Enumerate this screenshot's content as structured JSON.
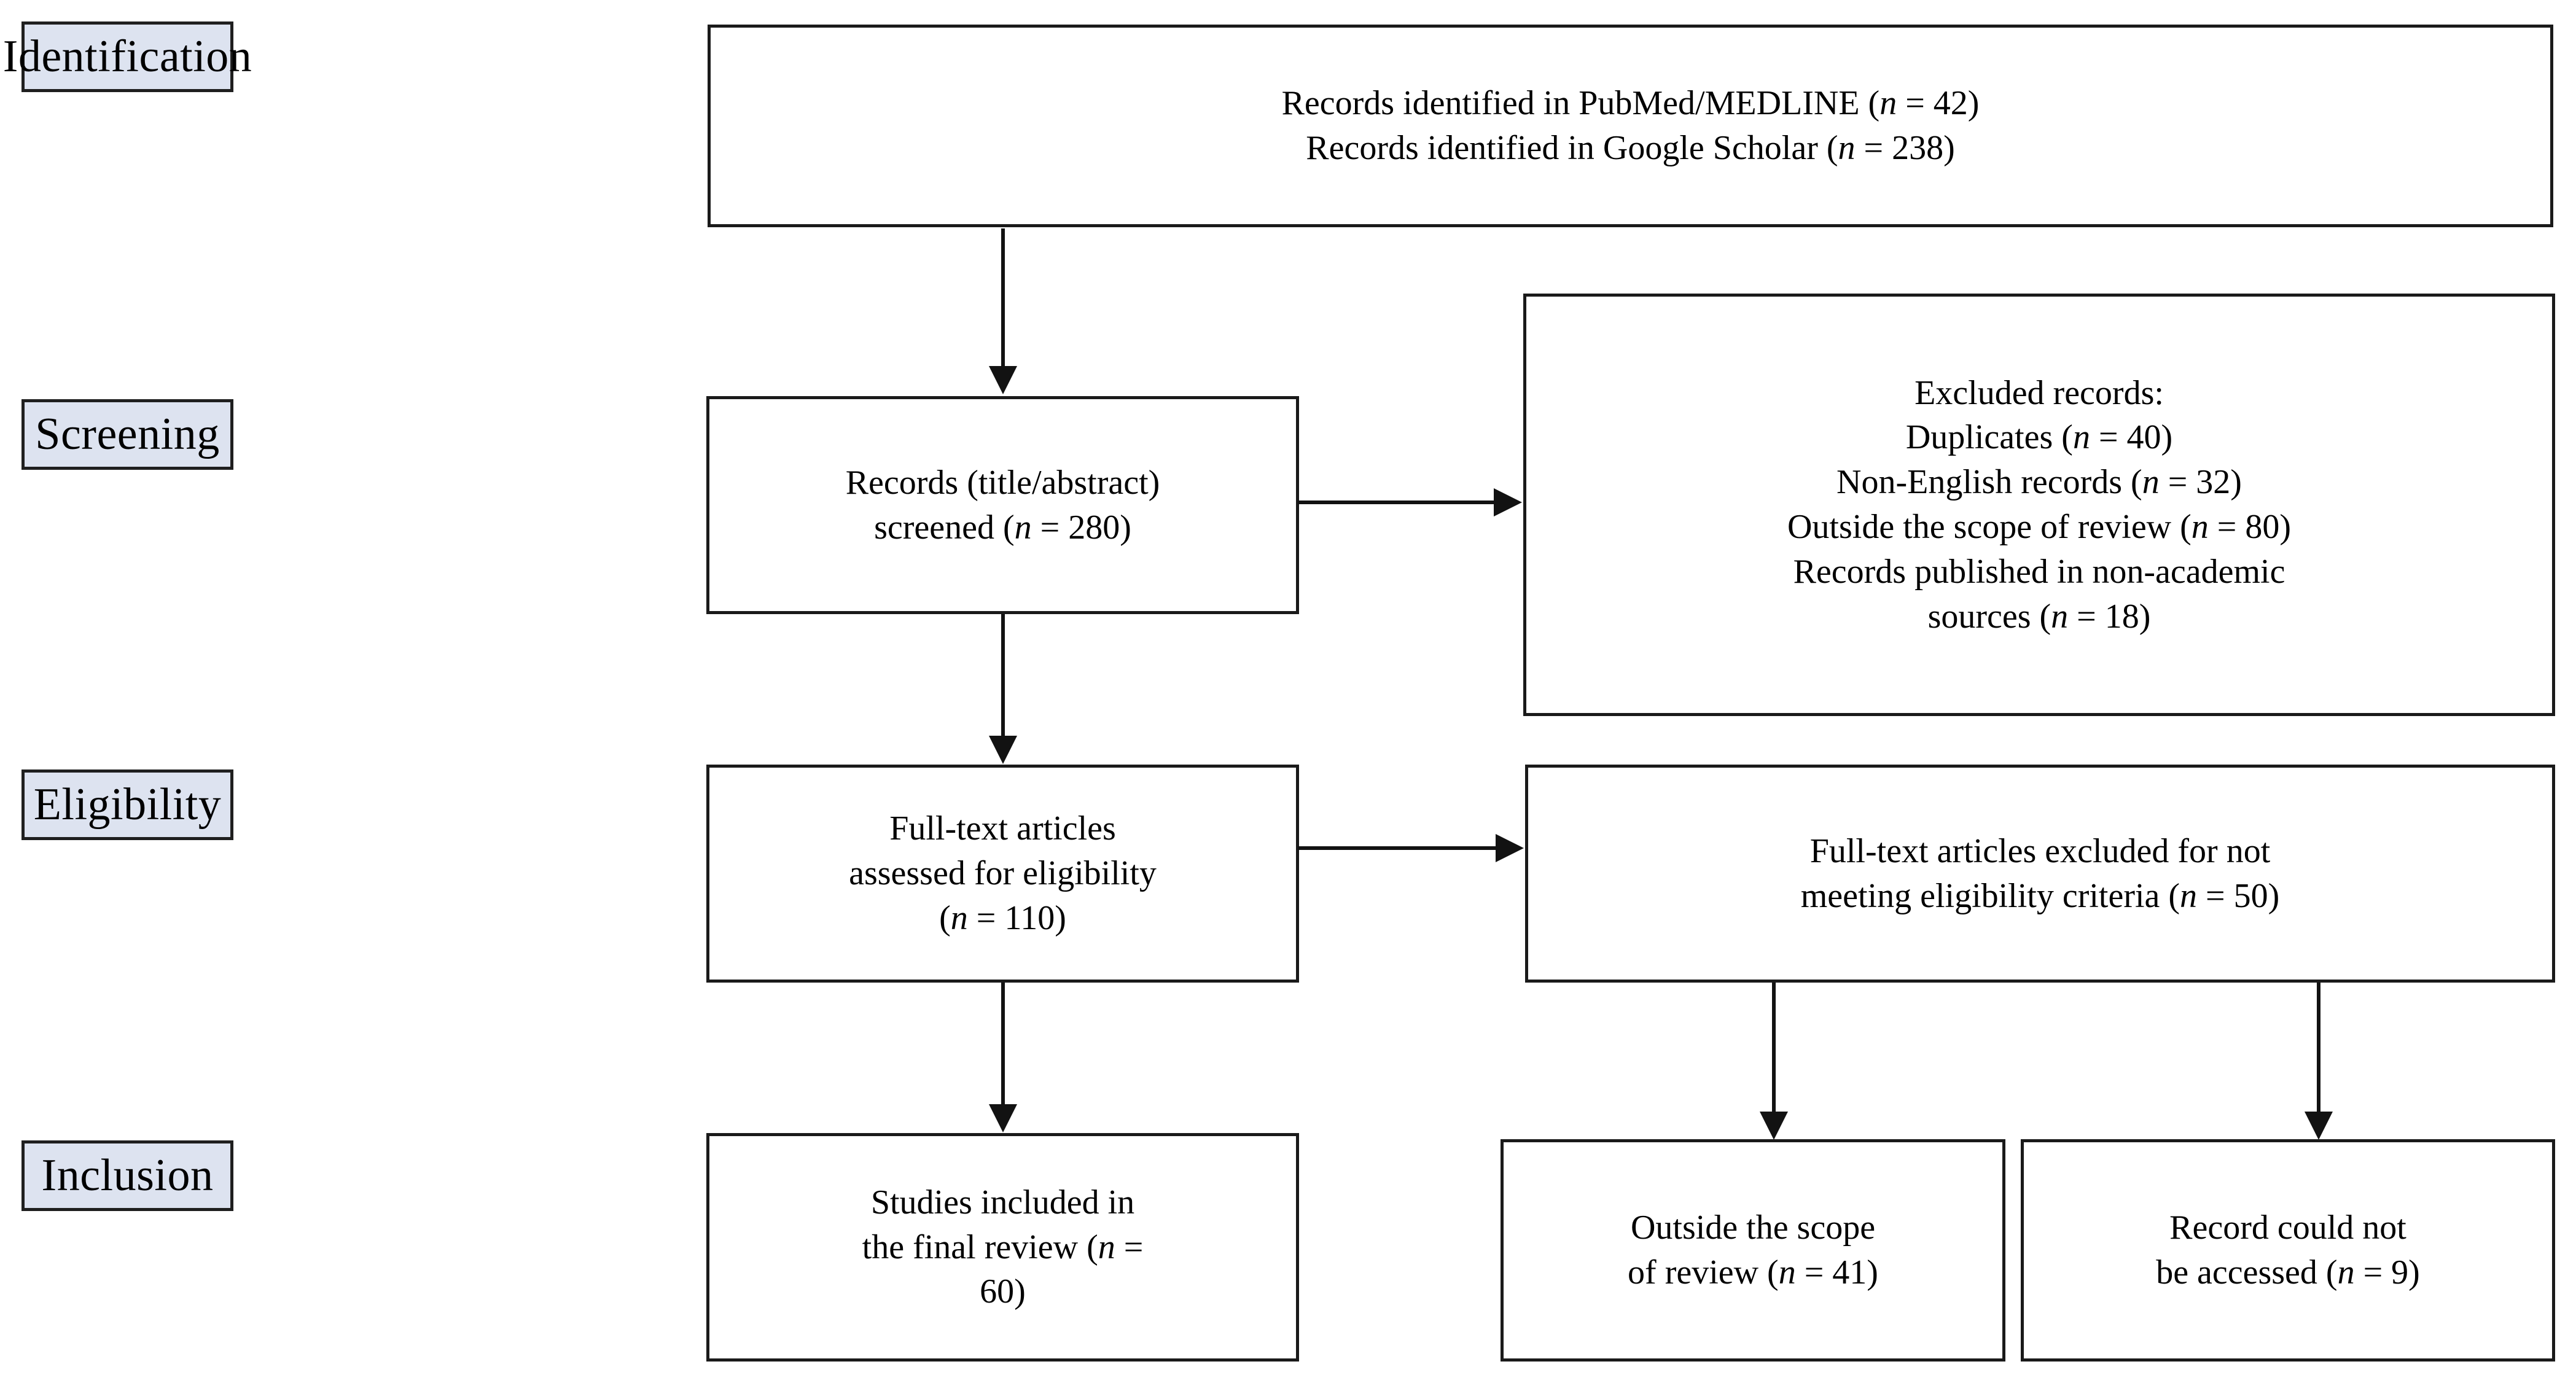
{
  "diagram": {
    "title": "PRISMA flow diagram",
    "colors": {
      "stage_fill": "#dde3f0",
      "border": "#1a1a1a",
      "connector": "#121212",
      "page_background": "#ffffff",
      "text": "#000000"
    },
    "stages": [
      {
        "id": "identification",
        "label": "Identification"
      },
      {
        "id": "screening",
        "label": "Screening"
      },
      {
        "id": "eligibility",
        "label": "Eligibility"
      },
      {
        "id": "inclusion",
        "label": "Inclusion"
      }
    ],
    "boxes": {
      "identified": {
        "line1": "Records identified in PubMed/MEDLINE (",
        "line1_n": "n",
        "line1_value": " = 42)",
        "line2": "Records identified in Google Scholar (",
        "line2_n": "n",
        "line2_value": " = 238)"
      },
      "screened": {
        "line1": "Records (title/abstract)",
        "line2": "screened (",
        "line2_n": "n",
        "line2_value": " = 280)"
      },
      "excluded_records": {
        "line1": "Excluded records:",
        "line2": "Duplicates (",
        "line2_n": "n",
        "line2_value": " = 40)",
        "line3": "Non-English records (",
        "line3_n": "n",
        "line3_value": " = 32)",
        "line4": "Outside the scope of review (",
        "line4_n": "n",
        "line4_value": " = 80)",
        "line5": "Records published in non-academic",
        "line6": "sources (",
        "line6_n": "n",
        "line6_value": " = 18)"
      },
      "fulltext_assessed": {
        "line1": "Full-text articles",
        "line2": "assessed for eligibility",
        "line3": "(",
        "line3_n": "n",
        "line3_value": " = 110)"
      },
      "fulltext_excluded": {
        "line1": "Full-text articles excluded for not",
        "line2": "meeting eligibility criteria (",
        "line2_n": "n",
        "line2_value": " = 50)"
      },
      "included_studies": {
        "line1": "Studies included in",
        "line2": "the final review (",
        "line2_n": "n",
        "line2_value": " =",
        "line3": "60)"
      },
      "outside_scope": {
        "line1": "Outside the scope",
        "line2": "of review (",
        "line2_n": "n",
        "line2_value": " = 41)"
      },
      "not_accessed": {
        "line1": "Record could not",
        "line2": "be accessed (",
        "line2_n": "n",
        "line2_value": " = 9)"
      }
    },
    "counts": {
      "pubmed_medline": 42,
      "google_scholar": 238,
      "screened": 280,
      "duplicates": 40,
      "non_english": 32,
      "outside_scope_screening": 80,
      "non_academic_sources": 18,
      "fulltext_assessed": 110,
      "fulltext_excluded": 50,
      "included_final_review": 60,
      "outside_scope_inclusion": 41,
      "record_not_accessed": 9
    }
  }
}
